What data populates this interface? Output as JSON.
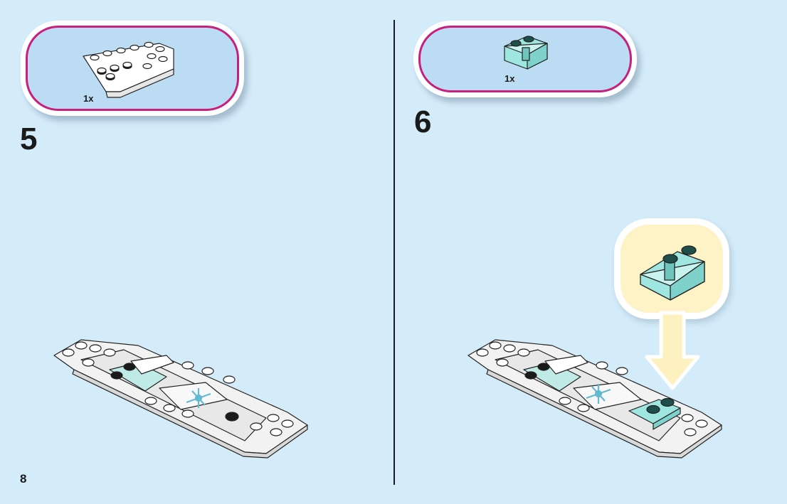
{
  "steps": [
    {
      "number": "5",
      "parts_qty": "1x"
    },
    {
      "number": "6",
      "parts_qty": "1x"
    }
  ],
  "page_number": "8",
  "colors": {
    "background": "#d4ebf9",
    "parts_box_fill": "#bcdcf3",
    "parts_box_border": "#c81e7c",
    "callout_fill": "#fdf3c6",
    "arrow_fill": "#fdf1bf",
    "trans_brick": "#9fe6e0"
  },
  "icons": {
    "step5_part": "white-wedge-plate-icon",
    "step6_part": "trans-light-blue-slope-brick-icon",
    "boat_model": "white-boat-hull-icon",
    "snowflake": "snowflake-icon",
    "arrow": "down-arrow-icon"
  }
}
